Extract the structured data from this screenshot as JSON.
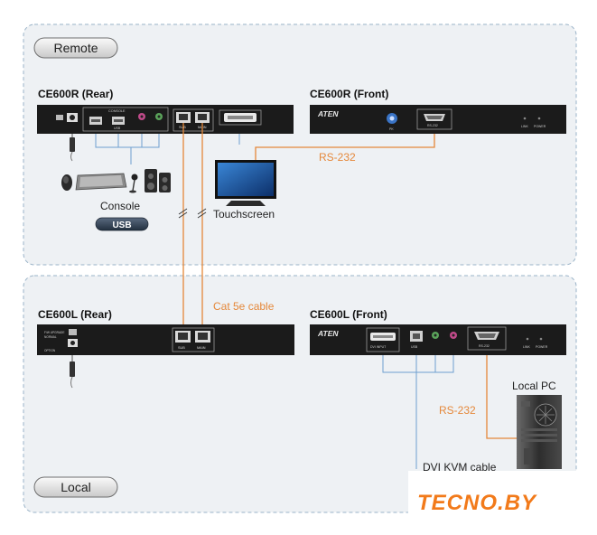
{
  "zones": {
    "remote": {
      "badge": "Remote"
    },
    "local": {
      "badge": "Local"
    }
  },
  "devices": {
    "ce600r_rear": {
      "title": "CE600R (Rear)",
      "port_console": "CONSOLE",
      "port_usb": "USB",
      "port_sub": "SUB",
      "port_main": "MAIN"
    },
    "ce600r_front": {
      "title": "CE600R (Front)",
      "brand": "ATEN",
      "port_rs232": "RS-232",
      "led_link": "LINK",
      "led_power": "POWER",
      "led_pk": "PK"
    },
    "ce600l_rear": {
      "title": "CE600L (Rear)",
      "label_fw_upgrade": "F/W UPGRADE",
      "label_normal": "NORMAL",
      "label_option": "OPTION",
      "port_sub": "SUB",
      "port_main": "MAIN"
    },
    "ce600l_front": {
      "title": "CE600L (Front)",
      "brand": "ATEN",
      "port_dvi_input": "DVI INPUT",
      "port_usb": "USB",
      "port_rs232": "RS-232",
      "led_link": "LINK",
      "led_power": "POWER"
    }
  },
  "labels": {
    "console": "Console",
    "usb_badge": "USB",
    "touchscreen": "Touchscreen",
    "rs232_remote": "RS-232",
    "cat5e": "Cat 5e cable",
    "rs232_local": "RS-232",
    "local_pc": "Local PC",
    "dvi_kvm_cable": "DVI KVM cable",
    "watermark": "TECNO.BY"
  },
  "colors": {
    "orange_cable": "#e5883a",
    "blue_cable": "#6f9fcf",
    "zone_border": "#9ab3c8",
    "zone_fill": "#eef1f4",
    "device_body": "#1b1b1b",
    "watermark_orange": "#f27a1a"
  }
}
